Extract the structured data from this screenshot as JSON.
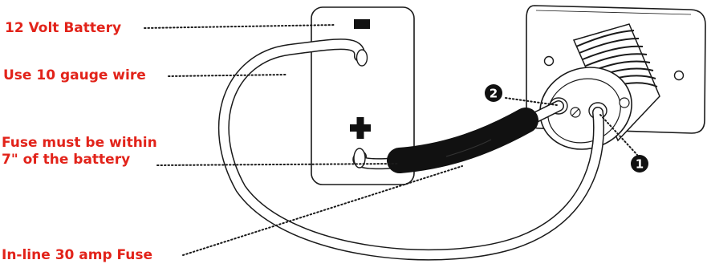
{
  "labels": {
    "battery": "12 Volt Battery",
    "gauge": "Use 10 gauge wire",
    "fuse_within_line1": "Fuse must be within",
    "fuse_within_line2": "7\" of the battery",
    "inline_fuse": "In-line 30 amp Fuse"
  },
  "terminals": {
    "negative_symbol": "−",
    "positive_symbol": "+"
  },
  "callouts": {
    "one": "1",
    "two": "2"
  },
  "colors": {
    "label_red": "#e2231a",
    "line": "#1a1a1a",
    "fuse_black": "#111111",
    "background": "#ffffff"
  }
}
